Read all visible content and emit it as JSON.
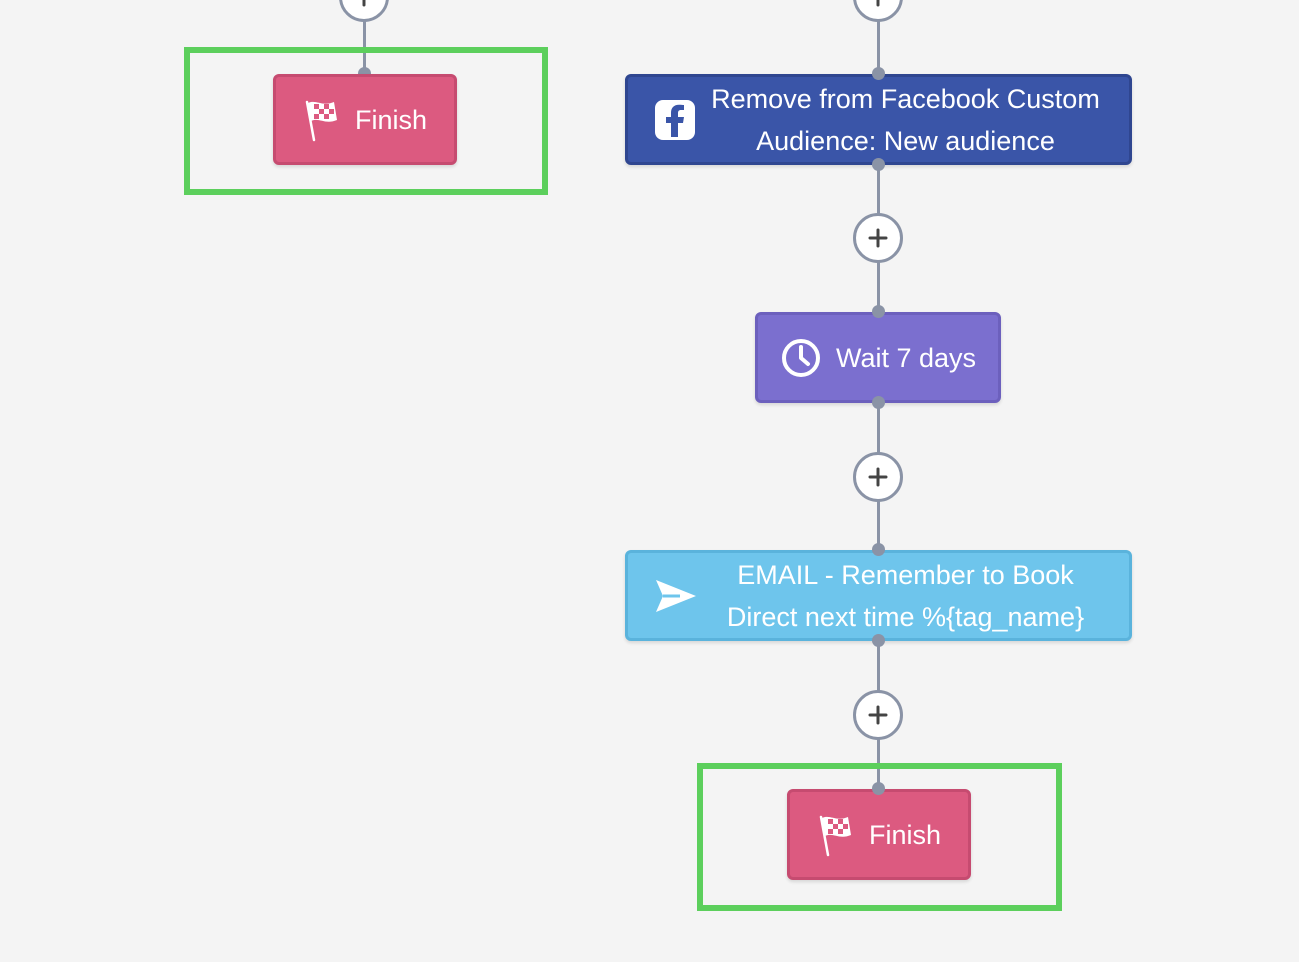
{
  "colors": {
    "connector": "#8a93a6",
    "finish": "#dc5a80",
    "facebook": "#3a55a8",
    "wait": "#7b6fcf",
    "email": "#6ec5ec",
    "highlight": "#5ccf5c"
  },
  "left_branch": {
    "finish": {
      "label": "Finish",
      "icon": "checkered-flag-icon"
    }
  },
  "right_branch": {
    "facebook_step": {
      "label": "Remove from Facebook Custom Audience: New audience",
      "icon": "facebook-icon"
    },
    "wait_step": {
      "label": "Wait 7 days",
      "icon": "clock-icon"
    },
    "email_step": {
      "label": "EMAIL - Remember to Book Direct next time %{tag_name}",
      "icon": "send-icon"
    },
    "finish": {
      "label": "Finish",
      "icon": "checkered-flag-icon"
    }
  },
  "add_button_icon": "plus-icon"
}
